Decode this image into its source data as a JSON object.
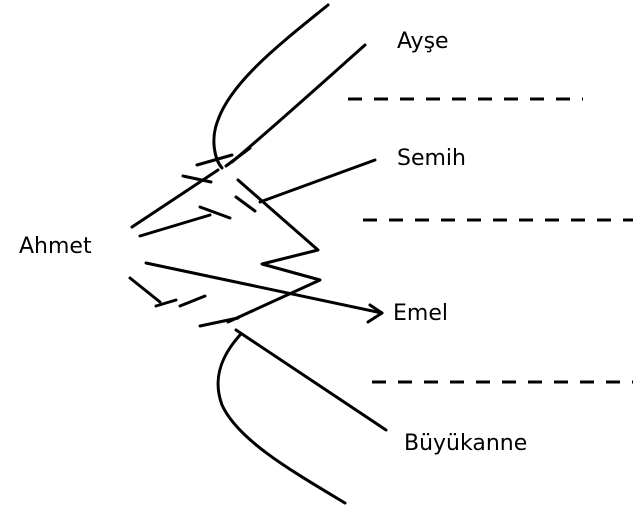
{
  "labels": {
    "ayse": "Ayşe",
    "semih": "Semih",
    "ahmet": "Ahmet",
    "emel": "Emel",
    "buyukanne": "Büyükanne"
  },
  "colors": {
    "ink": "#000000",
    "background": "#ffffff"
  }
}
